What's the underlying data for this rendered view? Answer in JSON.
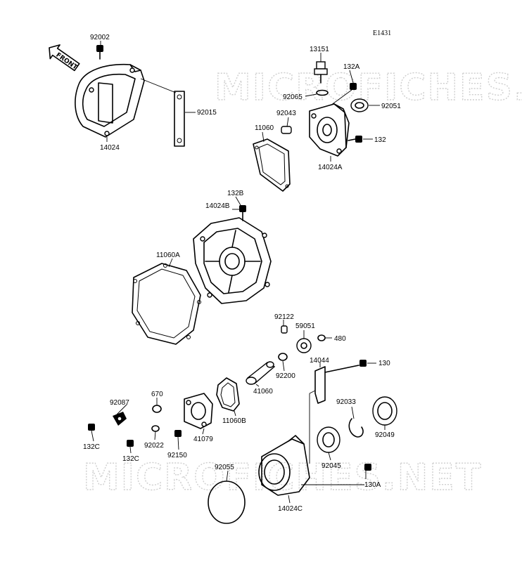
{
  "diagram": {
    "code": "E1431",
    "watermark": "MICROFICHES.NET",
    "front_label": "FRONT",
    "labels": {
      "p92002": "92002",
      "p92015": "92015",
      "p14024": "14024",
      "p13151": "13151",
      "p132A": "132A",
      "p92065": "92065",
      "p92051": "92051",
      "p92043": "92043",
      "p11060": "11060",
      "p132": "132",
      "p14024A": "14024A",
      "p132B": "132B",
      "p14024B": "14024B",
      "p11060A": "11060A",
      "p92122": "92122",
      "p59051": "59051",
      "p480": "480",
      "p14044": "14044",
      "p130": "130",
      "p92200": "92200",
      "p41060": "41060",
      "p670": "670",
      "p92087": "92087",
      "p11060B": "11060B",
      "p92033": "92033",
      "p92049": "92049",
      "p132C_a": "132C",
      "p132C_b": "132C",
      "p92022": "92022",
      "p41079": "41079",
      "p92150": "92150",
      "p92045": "92045",
      "p92055": "92055",
      "p130A": "130A",
      "p14024C": "14024C"
    }
  }
}
